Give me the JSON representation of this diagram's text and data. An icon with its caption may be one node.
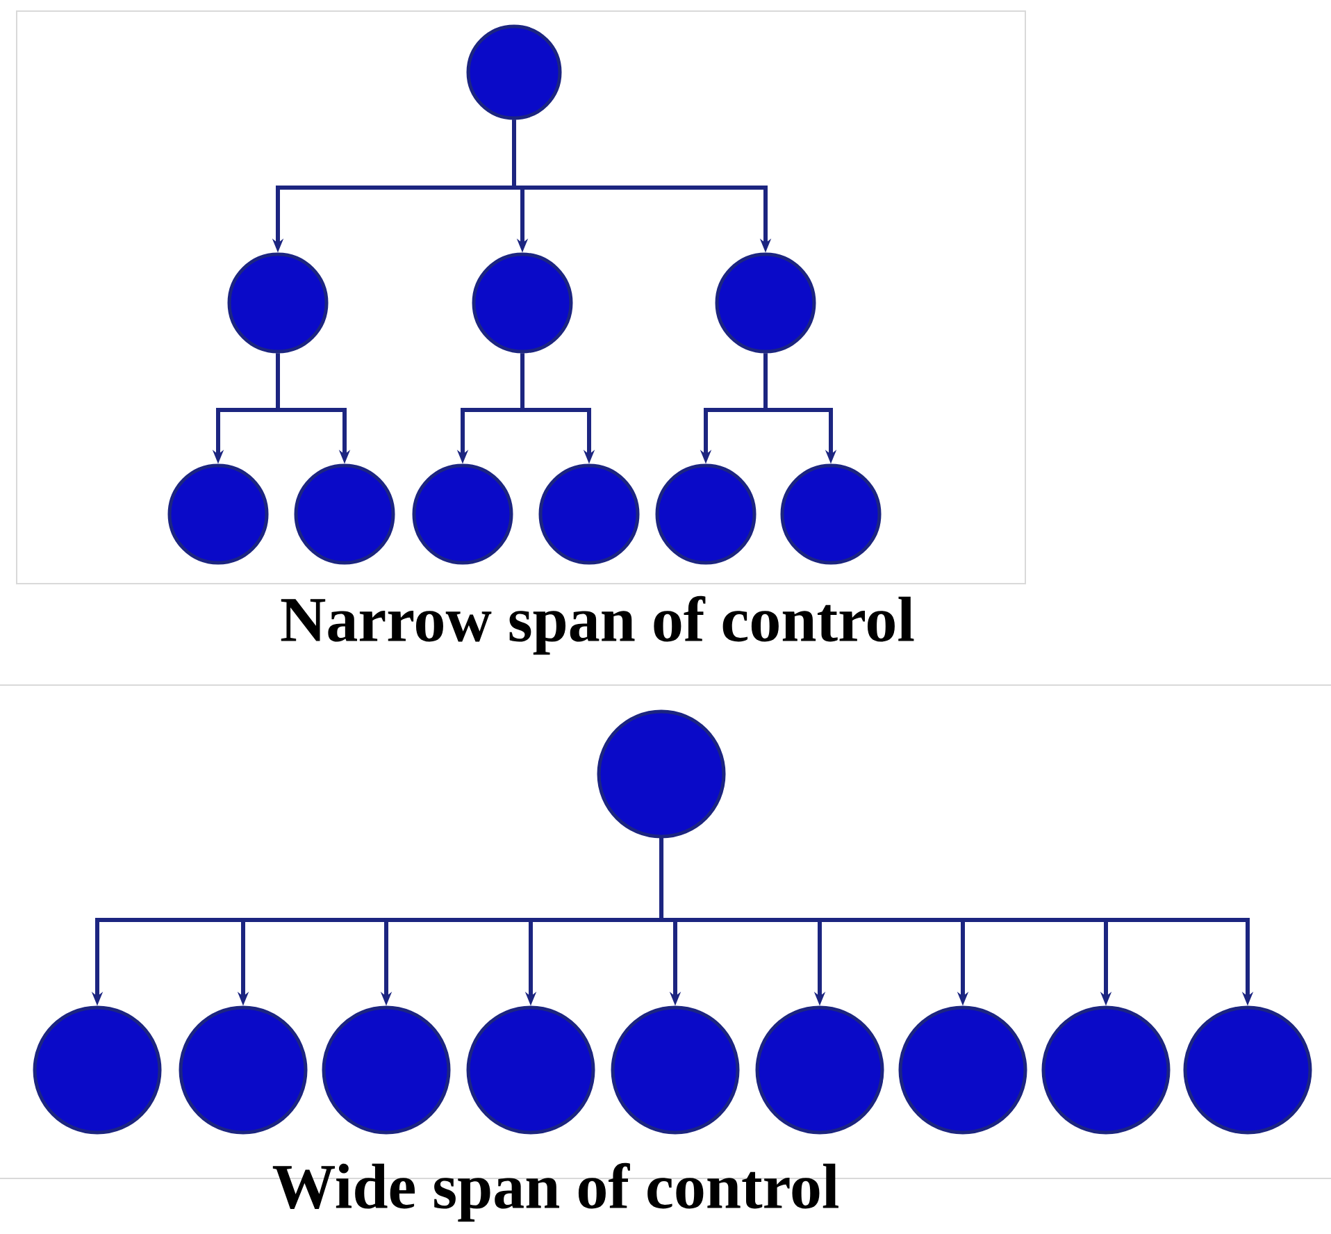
{
  "diagram": {
    "nodes": [
      {
        "text": [],
        "shape": "circle"
      },
      {
        "text": [],
        "shape": "circle"
      },
      {
        "text": [],
        "shape": "circle"
      },
      {
        "text": [],
        "shape": "circle"
      },
      {
        "text": [],
        "shape": "circle"
      },
      {
        "text": [],
        "shape": "circle"
      },
      {
        "text": [],
        "shape": "circle"
      },
      {
        "text": [],
        "shape": "circle"
      },
      {
        "text": [],
        "shape": "circle"
      },
      {
        "text": [],
        "shape": "circle"
      },
      {
        "text": [],
        "shape": "circle"
      },
      {
        "text": [],
        "shape": "circle"
      },
      {
        "text": [],
        "shape": "circle"
      },
      {
        "text": [],
        "shape": "circle"
      },
      {
        "text": [],
        "shape": "circle"
      },
      {
        "text": [],
        "shape": "circle"
      },
      {
        "text": [],
        "shape": "circle"
      },
      {
        "text": [],
        "shape": "circle"
      },
      {
        "text": [],
        "shape": "circle"
      },
      {
        "text": [],
        "shape": "circle"
      }
    ],
    "edges": [
      {
        "from": 0,
        "to": 1,
        "arrow": "to"
      },
      {
        "from": 0,
        "to": 2,
        "arrow": "to"
      },
      {
        "from": 0,
        "to": 3,
        "arrow": "to"
      },
      {
        "from": 1,
        "to": 4,
        "arrow": "to"
      },
      {
        "from": 1,
        "to": 5,
        "arrow": "to"
      },
      {
        "from": 2,
        "to": 6,
        "arrow": "to"
      },
      {
        "from": 2,
        "to": 7,
        "arrow": "to"
      },
      {
        "from": 3,
        "to": 8,
        "arrow": "to"
      },
      {
        "from": 3,
        "to": 9,
        "arrow": "to"
      },
      {
        "from": 10,
        "to": 11,
        "arrow": "to"
      },
      {
        "from": 10,
        "to": 12,
        "arrow": "to"
      },
      {
        "from": 10,
        "to": 13,
        "arrow": "to"
      },
      {
        "from": 10,
        "to": 14,
        "arrow": "to"
      },
      {
        "from": 10,
        "to": 15,
        "arrow": "to"
      },
      {
        "from": 10,
        "to": 16,
        "arrow": "to"
      },
      {
        "from": 10,
        "to": 17,
        "arrow": "to"
      },
      {
        "from": 10,
        "to": 18,
        "arrow": "to"
      },
      {
        "from": 10,
        "to": 19,
        "arrow": "to"
      }
    ],
    "labels": [
      "Narrow span of control",
      "Wide span of control"
    ]
  }
}
